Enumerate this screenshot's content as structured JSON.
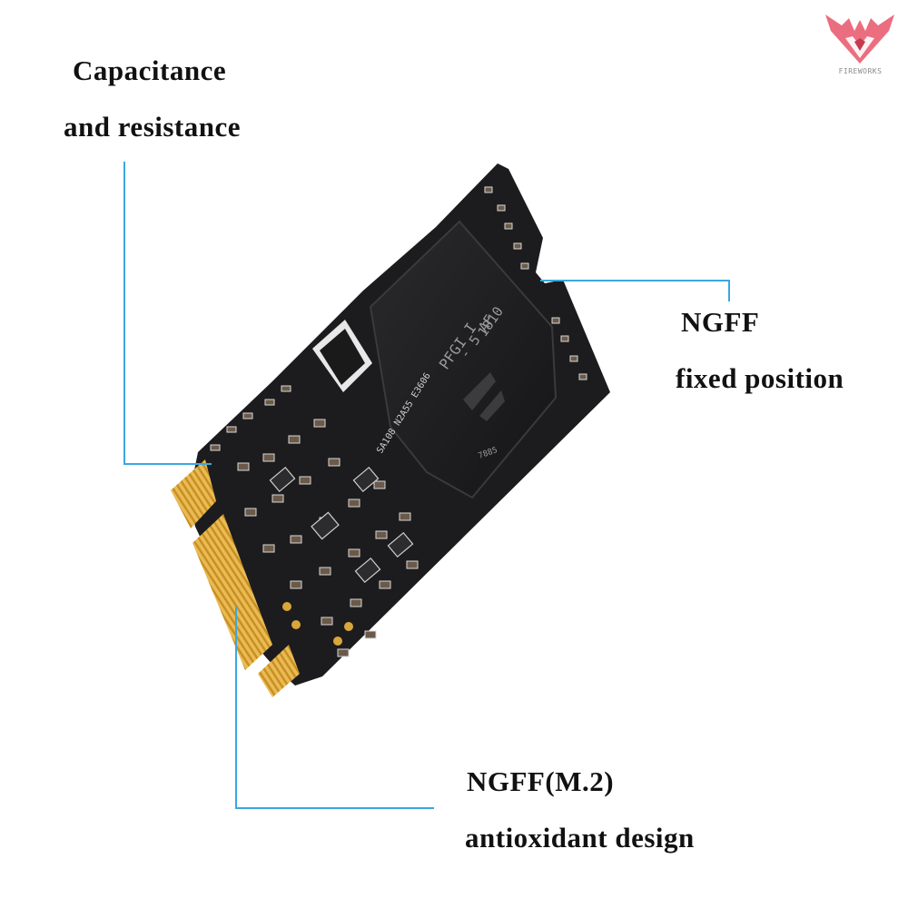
{
  "brand": {
    "logo_text": "FIREWORKS",
    "logo_color": "#e8556a"
  },
  "callouts": {
    "capacitance": {
      "line1": "Capacitance",
      "line2": "and resistance"
    },
    "ngff_position": {
      "line1": "NGFF",
      "line2": "fixed position"
    },
    "ngff_design": {
      "line1": "NGFF(M.2)",
      "line2": "antioxidant design"
    }
  },
  "chip": {
    "marking_line1": "PFGI I",
    "marking_line2": "- 5 AF",
    "marking_line3": "1810",
    "marking_small": "7885"
  },
  "pcb_text": {
    "board_code": "SA108 N2A55 E3606"
  },
  "colors": {
    "leader_line": "#3aa8e0",
    "pcb": "#1c1c1e",
    "gold": "#d9a63a"
  }
}
